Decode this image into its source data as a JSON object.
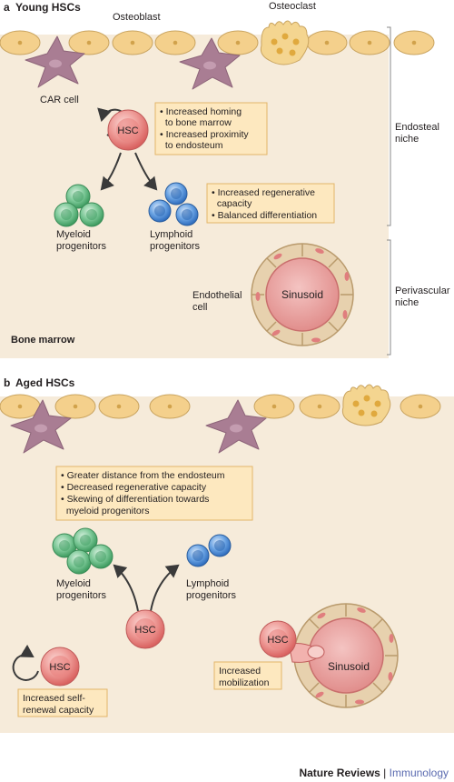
{
  "panel_a": {
    "letter": "a",
    "title": "Young HSCs",
    "osteoblast_label": "Osteoblast",
    "osteoclast_label": "Osteoclast",
    "car_cell_label": "CAR cell",
    "hsc_label": "HSC",
    "homing_box": [
      "• Increased homing",
      "  to bone marrow",
      "• Increased proximity",
      "  to endosteum"
    ],
    "regen_box": [
      "• Increased regenerative",
      "  capacity",
      "• Balanced differentiation"
    ],
    "myeloid_label": [
      "Myeloid",
      "progenitors"
    ],
    "lymphoid_label": [
      "Lymphoid",
      "progenitors"
    ],
    "endothelial_label": [
      "Endothelial",
      "cell"
    ],
    "sinusoid_label": "Sinusoid",
    "bone_marrow_label": "Bone marrow",
    "endosteal_niche_label": [
      "Endosteal",
      "niche"
    ],
    "perivascular_niche_label": [
      "Perivascular",
      "niche"
    ]
  },
  "panel_b": {
    "letter": "b",
    "title": "Aged HSCs",
    "aged_box": [
      "• Greater distance from the endosteum",
      "• Decreased regenerative capacity",
      "• Skewing of differentiation towards",
      "  myeloid progenitors"
    ],
    "myeloid_label": [
      "Myeloid",
      "progenitors"
    ],
    "lymphoid_label": [
      "Lymphoid",
      "progenitors"
    ],
    "hsc_label": "HSC",
    "self_renewal_box": [
      "Increased self-",
      "renewal capacity"
    ],
    "mobilization_box": [
      "Increased",
      "mobilization"
    ],
    "sinusoid_label": "Sinusoid"
  },
  "credit": {
    "brand": "Nature Reviews",
    "separator": " | ",
    "journal": "Immunology"
  },
  "colors": {
    "marrow_bg": "#f6ebda",
    "osteoblast": "#f4d08c",
    "car_cell": "#a97d93",
    "hsc": "#e87c7c",
    "myeloid": "#5fb87c",
    "lymphoid": "#4a8bd4",
    "sinusoid": "#e8a0a0",
    "endothelial": "#e7d1ae",
    "callout_box": "#fde8bf"
  }
}
